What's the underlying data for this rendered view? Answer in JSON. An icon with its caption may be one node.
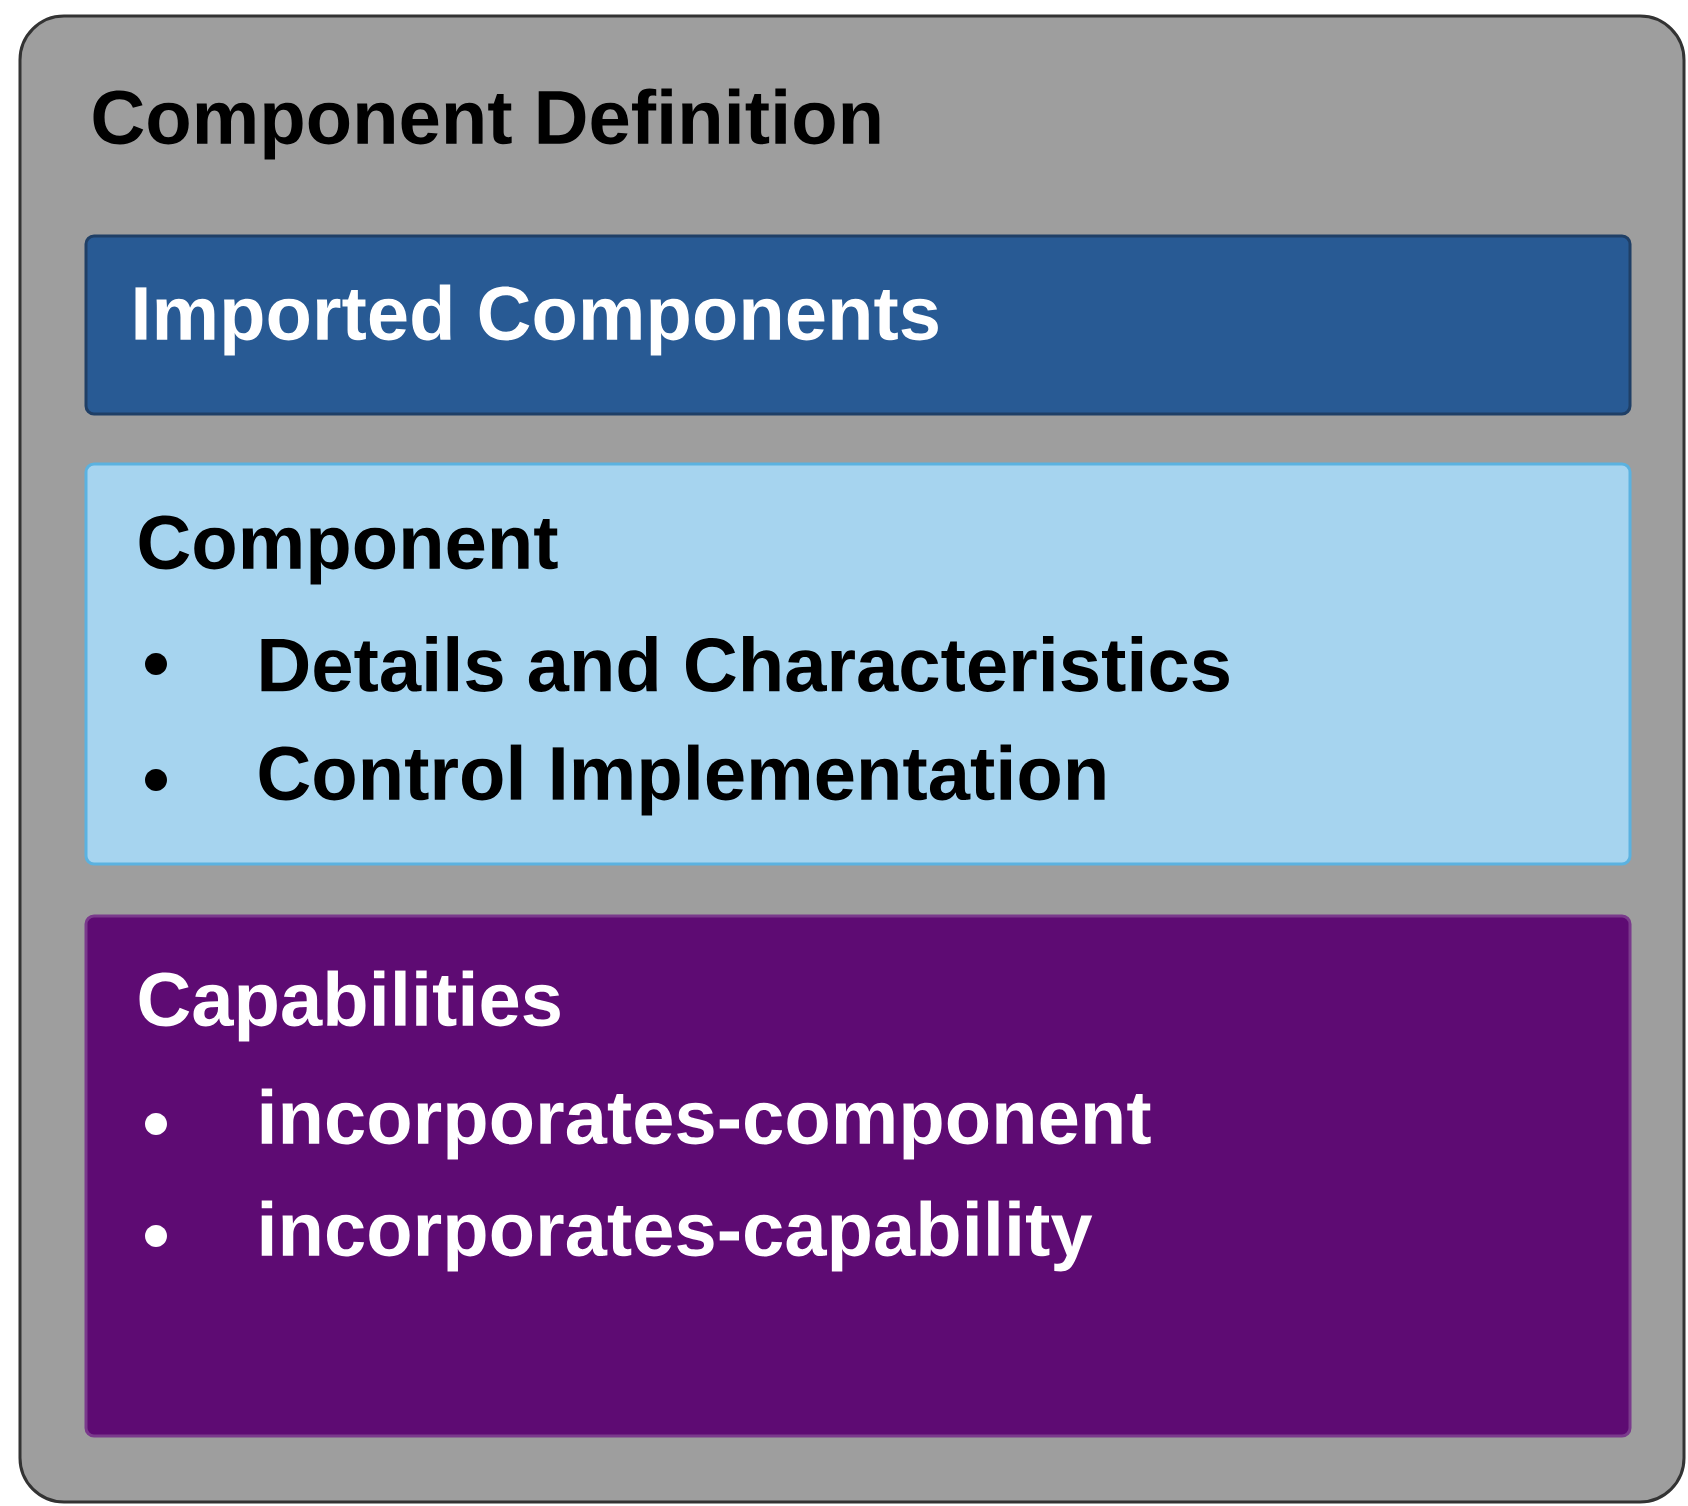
{
  "diagram": {
    "nodes": [
      {
        "text": [
          "Component Definition"
        ]
      },
      {
        "text": [
          "Imported Components"
        ],
        "in": 0
      },
      {
        "text": [
          "Component",
          "Details and Characteristics",
          "Control Implementation"
        ],
        "in": 0
      },
      {
        "text": [
          "Capabilities",
          "incorporates-component",
          "incorporates-capability"
        ],
        "in": 0
      }
    ]
  }
}
